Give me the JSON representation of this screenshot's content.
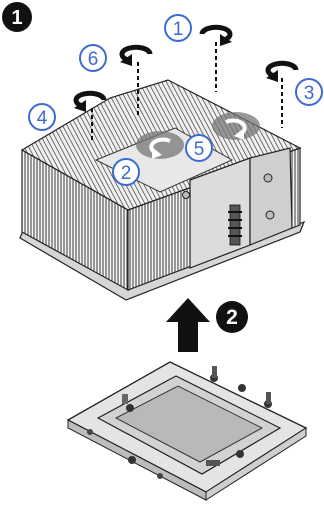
{
  "steps": [
    {
      "label": "1"
    },
    {
      "label": "2"
    }
  ],
  "sequence": [
    {
      "label": "1",
      "icon": "clockwise-arrow-icon"
    },
    {
      "label": "2",
      "icon": "counterclockwise-arrow-icon"
    },
    {
      "label": "3",
      "icon": "counterclockwise-arrow-icon"
    },
    {
      "label": "4",
      "icon": "counterclockwise-arrow-icon"
    },
    {
      "label": "5",
      "icon": "clockwise-arrow-icon"
    },
    {
      "label": "6",
      "icon": "counterclockwise-arrow-icon"
    }
  ],
  "colors": {
    "callout": "#3d6bd1",
    "step_badge": "#111111",
    "metal": "#bfbfbf",
    "outline": "#222222"
  }
}
